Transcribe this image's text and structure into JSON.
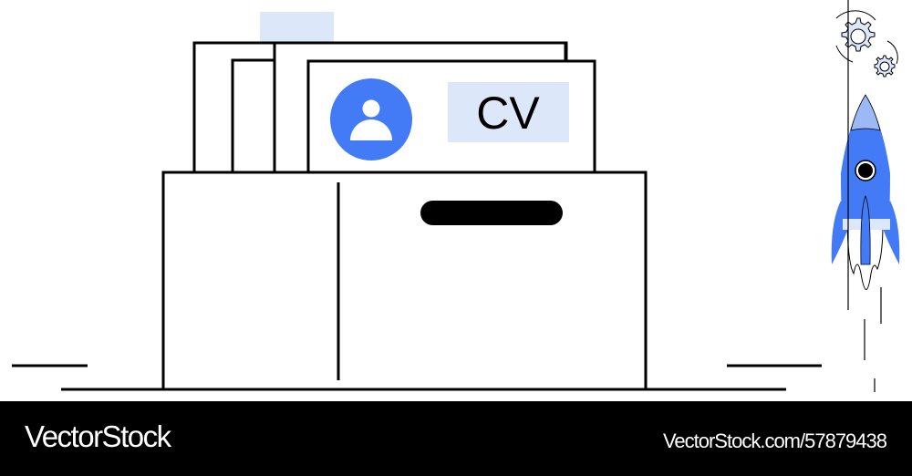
{
  "illustration": {
    "cv_label": "CV",
    "colors": {
      "primary_blue": "#437BF7",
      "light_blue": "#DCE7FA",
      "pale_blue": "#9DB8F7",
      "outline": "#000000",
      "background": "#FFFFFF"
    },
    "icons": [
      "folder-box-icon",
      "user-avatar-icon",
      "gear-icon",
      "rocket-icon"
    ]
  },
  "footer": {
    "brand": "VectorStock",
    "reference": "VectorStock.com/57879438"
  }
}
